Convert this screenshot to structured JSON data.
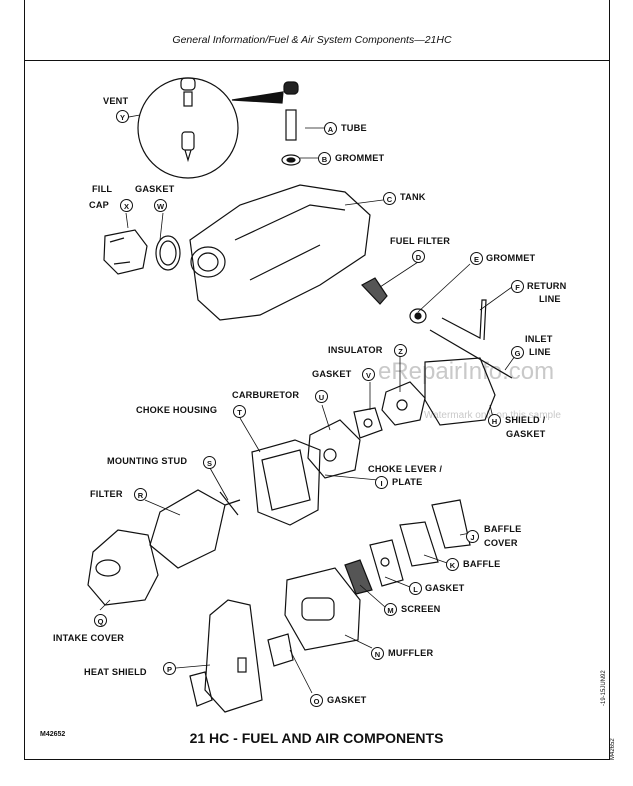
{
  "header": {
    "title": "General Information/Fuel & Air System Components—21HC"
  },
  "figure": {
    "title": "21 HC - FUEL AND AIR COMPONENTS",
    "code": "M42652",
    "side_code_1": "-19-15JUN92",
    "side_code_2": "M42652"
  },
  "watermark": {
    "main": "eRepairInfo.com",
    "sub": "Watermark only on this sample"
  },
  "parts": [
    {
      "letter": "A",
      "name": "TUBE"
    },
    {
      "letter": "B",
      "name": "GROMMET"
    },
    {
      "letter": "C",
      "name": "TANK"
    },
    {
      "letter": "D",
      "name": "FUEL FILTER"
    },
    {
      "letter": "E",
      "name": "GROMMET"
    },
    {
      "letter": "F",
      "name": "RETURN LINE"
    },
    {
      "letter": "G",
      "name": "INLET LINE"
    },
    {
      "letter": "H",
      "name": "SHIELD / GASKET"
    },
    {
      "letter": "I",
      "name": "CHOKE LEVER / PLATE"
    },
    {
      "letter": "J",
      "name": "BAFFLE COVER"
    },
    {
      "letter": "K",
      "name": "BAFFLE"
    },
    {
      "letter": "L",
      "name": "GASKET"
    },
    {
      "letter": "M",
      "name": "SCREEN"
    },
    {
      "letter": "N",
      "name": "MUFFLER"
    },
    {
      "letter": "O",
      "name": "GASKET"
    },
    {
      "letter": "P",
      "name": "HEAT SHIELD"
    },
    {
      "letter": "Q",
      "name": "INTAKE COVER"
    },
    {
      "letter": "R",
      "name": "FILTER"
    },
    {
      "letter": "S",
      "name": "MOUNTING STUD"
    },
    {
      "letter": "T",
      "name": "CHOKE HOUSING"
    },
    {
      "letter": "U",
      "name": "CARBURETOR"
    },
    {
      "letter": "V",
      "name": "GASKET"
    },
    {
      "letter": "W",
      "name": "GASKET"
    },
    {
      "letter": "X",
      "name": "FILL CAP"
    },
    {
      "letter": "Y",
      "name": "VENT"
    },
    {
      "letter": "Z",
      "name": "INSULATOR"
    }
  ],
  "labels": {
    "return_1": "RETURN",
    "return_2": "LINE",
    "inlet_1": "INLET",
    "inlet_2": "LINE",
    "shield_1": "SHIELD /",
    "shield_2": "GASKET",
    "choke_1": "CHOKE LEVER /",
    "choke_2": "PLATE",
    "baffle_1": "BAFFLE",
    "baffle_2": "COVER",
    "fill_1": "FILL",
    "fill_2": "CAP"
  }
}
